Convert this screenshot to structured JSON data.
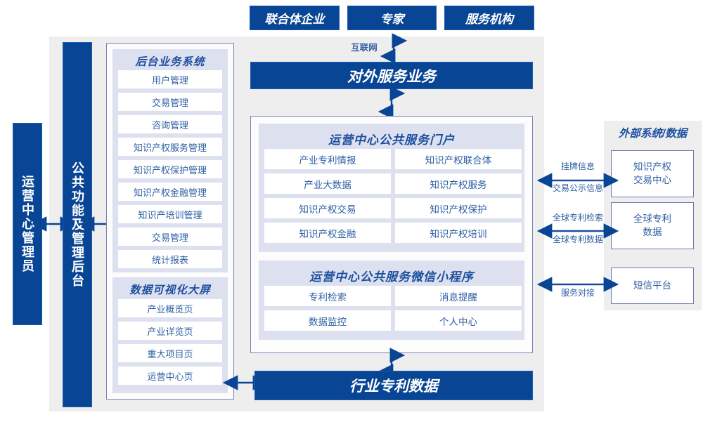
{
  "diagram": {
    "title_top_actors": [
      "联合体企业",
      "专家",
      "服务机构"
    ],
    "internet_label": "互联网",
    "external_service_bar": "对外服务业务",
    "industry_patent_data_bar": "行业专利数据",
    "left_columns": {
      "admin": "运营中心管理员",
      "common_backend": "公共功能及管理后台"
    },
    "backend_system": {
      "title": "后台业务系统",
      "items": [
        "用户管理",
        "交易管理",
        "咨询管理",
        "知识产权服务管理",
        "知识产权保护管理",
        "知识产权金融管理",
        "知识产培训管理",
        "交易管理",
        "统计报表"
      ]
    },
    "data_visualization": {
      "title": "数据可视化大屏",
      "items": [
        "产业概览页",
        "产业详览页",
        "重大项目页",
        "运营中心页"
      ]
    },
    "public_portal": {
      "title": "运营中心公共服务门户",
      "items": [
        "产业专利情报",
        "知识产权联合体",
        "产业大数据",
        "知识产权服务",
        "知识产权交易",
        "知识产权保护",
        "知识产权金融",
        "知识产权培训"
      ]
    },
    "miniprogram": {
      "title": "运营中心公共服务微信小程序",
      "items": [
        "专利检索",
        "消息提醒",
        "数据监控",
        "个人中心"
      ]
    },
    "external": {
      "title": "外部系统/数据",
      "boxes": [
        "知识产权\n交易中心",
        "全球专利\n数据",
        "短信平台"
      ],
      "box_lines": [
        [
          "知识产权",
          "交易中心"
        ],
        [
          "全球专利",
          "数据"
        ],
        [
          "短信平台",
          ""
        ]
      ],
      "link_labels": [
        {
          "above": "挂牌信息",
          "below": "交易公示信息"
        },
        {
          "above": "全球专利检索",
          "below": "全球专利数据"
        },
        {
          "above": "",
          "below": "服务对接"
        }
      ]
    },
    "colors": {
      "brand_blue": "#084594",
      "panel_grey": "#eeeeee",
      "group_lavender": "#dde1ef",
      "text_blue": "#2e5fa3",
      "border_violet": "#7b82b5"
    }
  }
}
